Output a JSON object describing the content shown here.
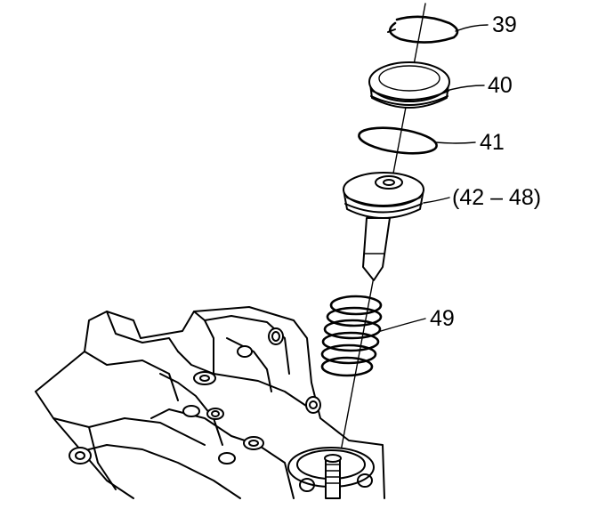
{
  "callouts": [
    {
      "id": "39",
      "label": "39"
    },
    {
      "id": "40",
      "label": "40"
    },
    {
      "id": "41",
      "label": "41"
    },
    {
      "id": "42-48",
      "label": "(42 – 48)"
    },
    {
      "id": "49",
      "label": "49"
    }
  ],
  "colors": {
    "line": "#000000",
    "background": "#ffffff"
  }
}
